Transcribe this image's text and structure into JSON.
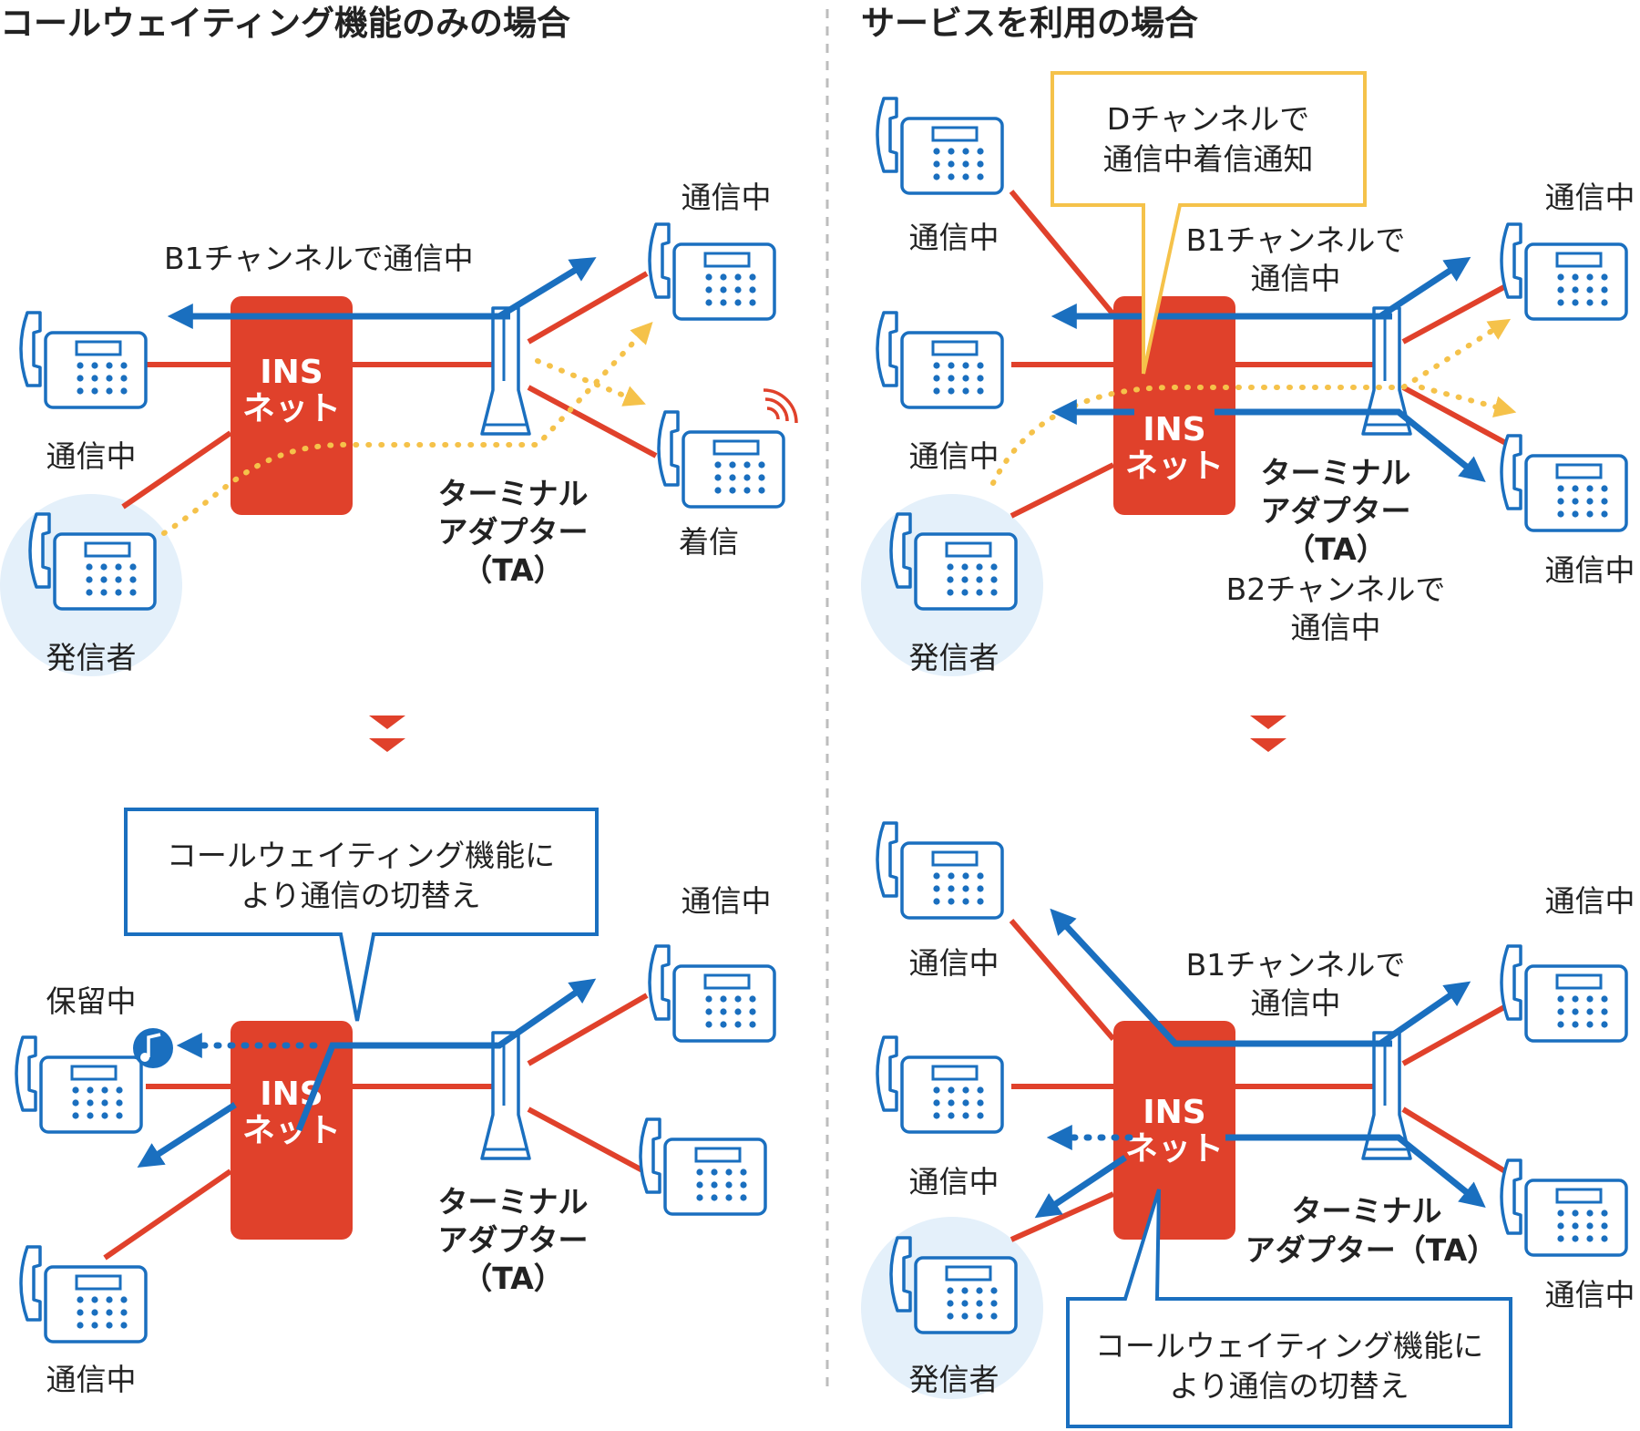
{
  "colors": {
    "red": "#e0412b",
    "blue": "#1a6fbf",
    "yellow": "#f5c24a",
    "circle": "#e4f0fa",
    "callout_yellow": "#f5c24a",
    "callout_blue": "#1a6fbf"
  },
  "left": {
    "title": "コールウェイティング機能のみの場合",
    "top": {
      "channel_label": "B1チャンネルで通信中",
      "ins_line1": "INS",
      "ins_line2": "ネット",
      "ta_line1": "ターミナル",
      "ta_line2": "アダプター",
      "ta_line3": "（TA）",
      "phone_left": "通信中",
      "phone_caller": "発信者",
      "phone_right_top": "通信中",
      "phone_right_bottom": "着信"
    },
    "bottom": {
      "callout_line1": "コールウェイティング機能に",
      "callout_line2": "より通信の切替え",
      "ins_line1": "INS",
      "ins_line2": "ネット",
      "ta_line1": "ターミナル",
      "ta_line2": "アダプター",
      "ta_line3": "（TA）",
      "phone_hold": "保留中",
      "phone_bottom_left": "通信中",
      "phone_right_top": "通信中"
    }
  },
  "right": {
    "title": "サービスを利用の場合",
    "top": {
      "callout_line1": "Dチャンネルで",
      "callout_line2": "通信中着信通知",
      "b1_line1": "B1チャンネルで",
      "b1_line2": "通信中",
      "b2_line1": "B2チャンネルで",
      "b2_line2": "通信中",
      "ins_line1": "INS",
      "ins_line2": "ネット",
      "ta_line1": "ターミナル",
      "ta_line2": "アダプター",
      "ta_line3": "（TA）",
      "phone_left_top": "通信中",
      "phone_left_mid": "通信中",
      "phone_caller": "発信者",
      "phone_right_top": "通信中",
      "phone_right_bottom": "通信中"
    },
    "bottom": {
      "b1_line1": "B1チャンネルで",
      "b1_line2": "通信中",
      "ins_line1": "INS",
      "ins_line2": "ネット",
      "ta_line1": "ターミナル",
      "ta_line2": "アダプター（TA）",
      "callout_line1": "コールウェイティング機能に",
      "callout_line2": "より通信の切替え",
      "phone_left_top": "通信中",
      "phone_left_mid": "通信中",
      "phone_caller": "発信者",
      "phone_right_top": "通信中",
      "phone_right_bottom": "通信中"
    }
  }
}
